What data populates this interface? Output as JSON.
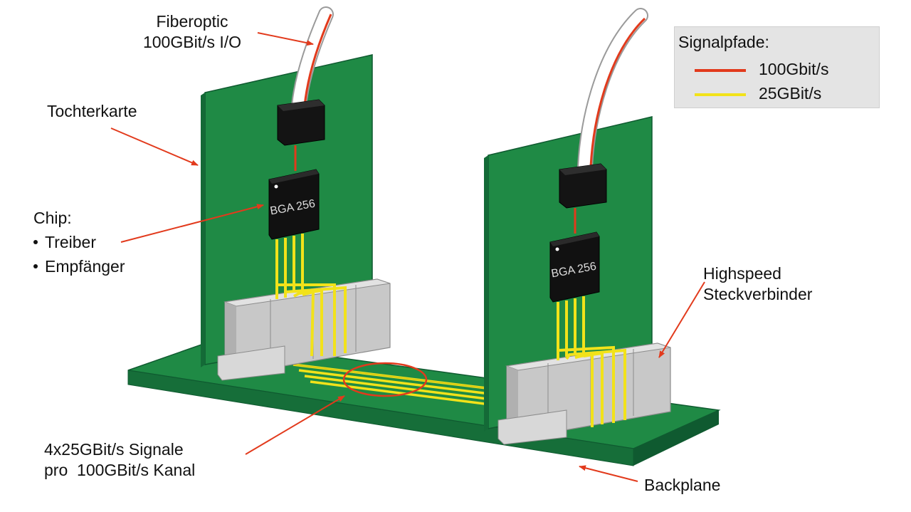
{
  "labels": {
    "fiberoptic_line1": "Fiberoptic",
    "fiberoptic_line2": "100GBit/s I/O",
    "tochterkarte": "Tochterkarte",
    "chip_title": "Chip:",
    "chip_item1": "Treiber",
    "chip_item2": "Empfänger",
    "highspeed_line1": "Highspeed",
    "highspeed_line2": "Steckverbinder",
    "signals_line1": "4x25GBit/s Signale",
    "signals_line2": "pro  100GBit/s Kanal",
    "backplane": "Backplane"
  },
  "chip_marking": "BGA 256",
  "legend": {
    "title": "Signalpfade:",
    "items": [
      {
        "label": "100Gbit/s",
        "color": "#e23a1c"
      },
      {
        "label": "25GBit/s",
        "color": "#f2e21a"
      }
    ]
  },
  "colors": {
    "pcb": "#1f8a45",
    "pcb_dark": "#14663a",
    "chip": "#111111",
    "connector": "#c9c9c9",
    "arrow": "#e23a1c",
    "trace_yellow": "#f2e21a",
    "trace_red": "#e23a1c"
  }
}
